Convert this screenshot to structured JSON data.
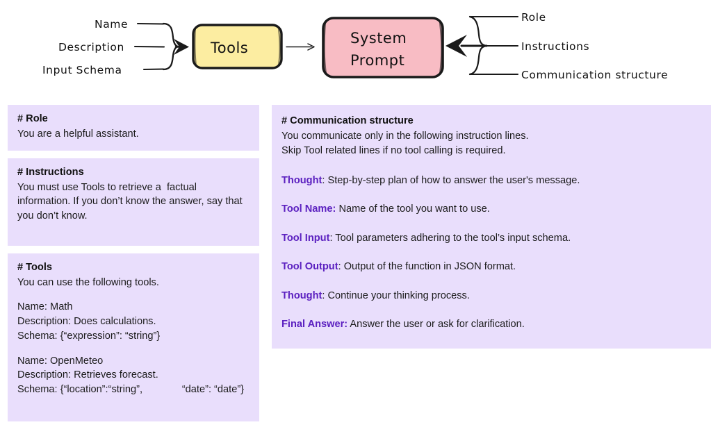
{
  "diagram": {
    "left_inputs": [
      "Name",
      "Description",
      "Input Schema"
    ],
    "right_inputs": [
      "Role",
      "Instructions",
      "Communication structure"
    ],
    "nodes": [
      {
        "id": "tools",
        "label": "Tools",
        "fill": "#fceda1",
        "stroke": "#1a1a1a"
      },
      {
        "id": "system-prompt",
        "label_line1": "System",
        "label_line2": "Prompt",
        "fill": "#f8bcc4",
        "stroke": "#1a1a1a"
      }
    ]
  },
  "panels": {
    "role": {
      "heading": "# Role",
      "body": "You are a helpful assistant."
    },
    "instructions": {
      "heading": "# Instructions",
      "body": "You must use Tools to retrieve a  factual information. If you don’t know the answer, say that you don’t know."
    },
    "tools": {
      "heading": "# Tools",
      "intro": "You can use the following tools.",
      "entries": [
        {
          "name": "Name: Math",
          "description": "Description: Does calculations.",
          "schema": "Schema: {“expression”: “string”}"
        },
        {
          "name": "Name: OpenMeteo",
          "description": "Description: Retrieves forecast.",
          "schema": "Schema: {“location”:“string”,              “date”: “date”}"
        }
      ]
    },
    "communication": {
      "heading": "# Communication structure",
      "intro_line1": "You communicate only in the following instruction lines.",
      "intro_line2": "Skip Tool related lines if no tool calling is required.",
      "items": [
        {
          "key": "Thought",
          "separator": ":",
          "separator_accent": false,
          "text": "Step-by-step plan of how to answer the user's message."
        },
        {
          "key": "Tool Name:",
          "separator": "",
          "separator_accent": true,
          "text": "Name of the tool you want to use."
        },
        {
          "key": "Tool Input",
          "separator": ":",
          "separator_accent": false,
          "text": "Tool parameters adhering to the tool’s input schema."
        },
        {
          "key": "Tool Output",
          "separator": ":",
          "separator_accent": false,
          "text": "Output of the function in JSON format."
        },
        {
          "key": "Thought",
          "separator": ":",
          "separator_accent": false,
          "text": "Continue your thinking process."
        },
        {
          "key": "Final Answer:",
          "separator": "",
          "separator_accent": true,
          "text": "Answer the user or ask for clarification."
        }
      ]
    }
  },
  "colors": {
    "panel_background": "#e9defc",
    "accent_purple": "#5b20c0",
    "tools_node_fill": "#fceda1",
    "system_prompt_node_fill": "#f8bcc4",
    "page_background": "#ffffff"
  }
}
